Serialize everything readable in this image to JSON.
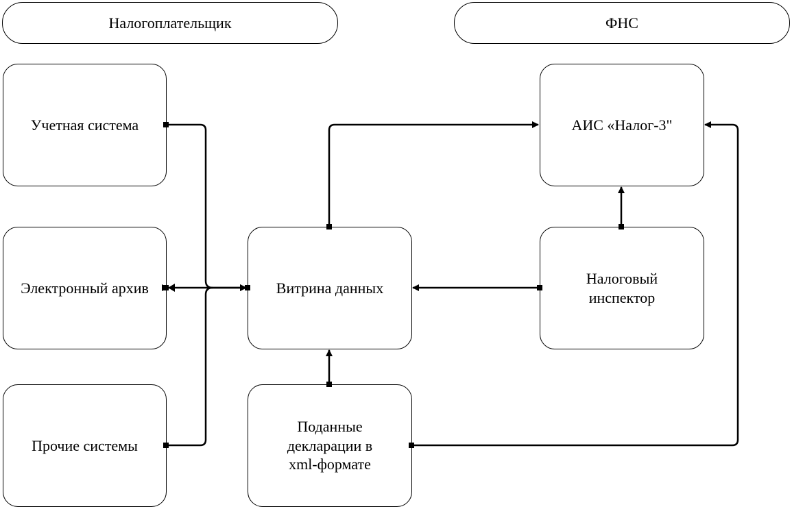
{
  "lanes": {
    "taxpayer": "Налогоплательщик",
    "fns": "ФНС"
  },
  "nodes": {
    "accounting_system": "Учетная система",
    "electronic_archive": "Электронный архив",
    "other_systems": "Прочие системы",
    "data_mart": "Витрина данных",
    "declarations": "Поданные декларации в xml-формате",
    "ais": "АИС «Налог-3\"",
    "inspector": "Налоговый инспектор"
  }
}
